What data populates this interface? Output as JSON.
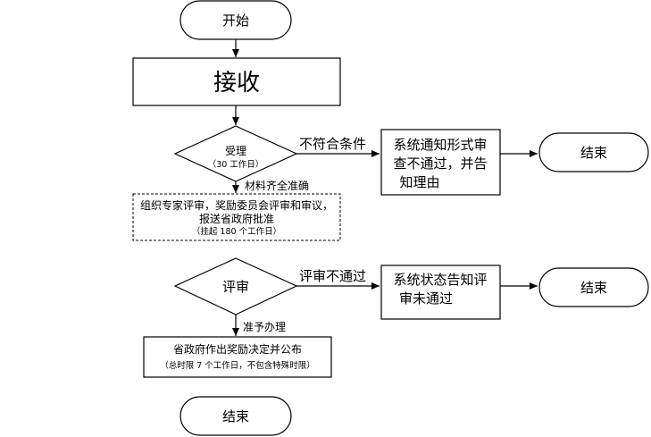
{
  "nodes": {
    "start": "开始",
    "receive": "接收",
    "accept": "受理",
    "accept_note": "（30 工作日）",
    "reject_notice": [
      "系统通知形式审",
      "查不通过，并告",
      "知理由"
    ],
    "end_1": "结束",
    "expert_review": [
      "组织专家评审，奖励委员会评审和审议，",
      "报送省政府批准"
    ],
    "expert_note": "（挂起 180 个工作日）",
    "review": "评审",
    "review_fail_notice": [
      "系统状态告知评",
      "审未通过"
    ],
    "end_2": "结束",
    "decision": "省政府作出奖励决定并公布",
    "decision_note": "（总时限 7 个工作日，不包含特殊时限）",
    "end_3": "结束"
  },
  "edges": {
    "not_qualified": "不符合条件",
    "materials_complete": "材料齐全准确",
    "review_not_passed": "评审不通过",
    "approved": "准予办理"
  }
}
